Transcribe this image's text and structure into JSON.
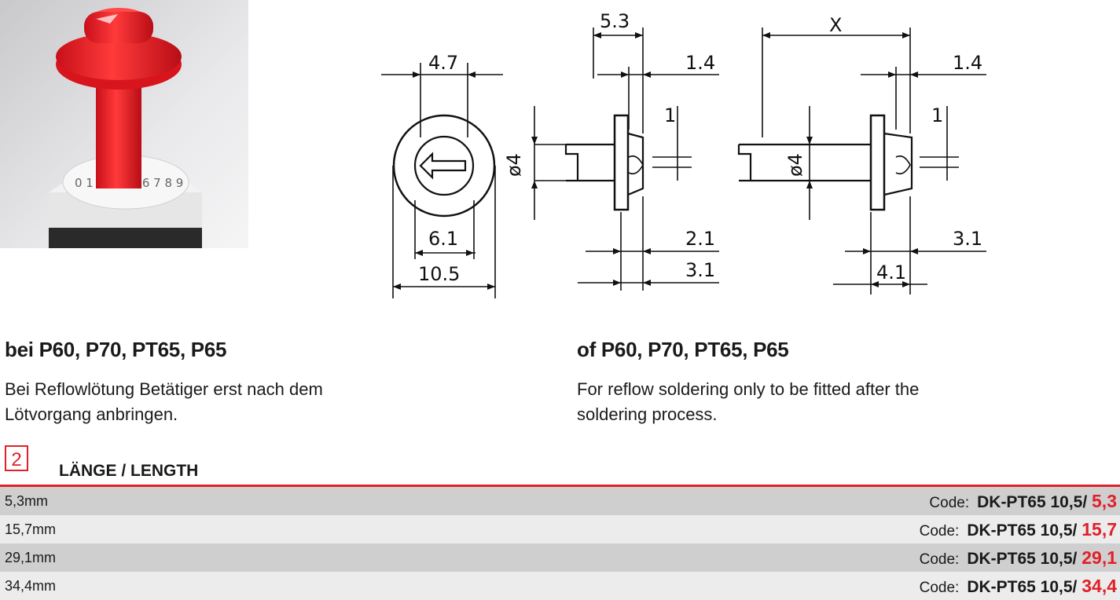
{
  "left": {
    "heading": "bei P60, P70, PT65, P65",
    "body": "Bei Reflowlötung Betätiger erst nach dem Lötvorgang anbringen."
  },
  "right": {
    "heading": "of P60, P70, PT65, P65",
    "body": "For reflow soldering only to be fitted after the soldering process."
  },
  "drawing": {
    "front_view": {
      "top": "4.7",
      "mid": "6.1",
      "bottom": "10.5"
    },
    "side_short": {
      "top": "5.3",
      "right_top": "1.4",
      "right_small": "1",
      "diameter": "ø4",
      "right_mid": "2.1",
      "right_bottom": "3.1"
    },
    "side_long": {
      "top": "X",
      "right_top": "1.4",
      "right_small": "1",
      "diameter": "ø4",
      "right_mid": "3.1",
      "bottom": "4.1"
    }
  },
  "photo": {
    "icon": "red-actuator-photo",
    "dial_digits": "0 1 2 3 4 5 6 7 8 9"
  },
  "section": {
    "number": "2",
    "title": "LÄNGE / LENGTH"
  },
  "colors": {
    "accent": "#e0202a",
    "row_dark": "#cfcfcf",
    "row_light": "#ececec"
  },
  "rows": [
    {
      "length": "5,3mm",
      "code_label": "Code:",
      "code": "DK-PT65 10,5/ ",
      "suffix": "5,3"
    },
    {
      "length": "15,7mm",
      "code_label": "Code:",
      "code": "DK-PT65 10,5/ ",
      "suffix": "15,7"
    },
    {
      "length": "29,1mm",
      "code_label": "Code:",
      "code": "DK-PT65 10,5/ ",
      "suffix": "29,1"
    },
    {
      "length": "34,4mm",
      "code_label": "Code:",
      "code": "DK-PT65 10,5/ ",
      "suffix": "34,4"
    }
  ]
}
